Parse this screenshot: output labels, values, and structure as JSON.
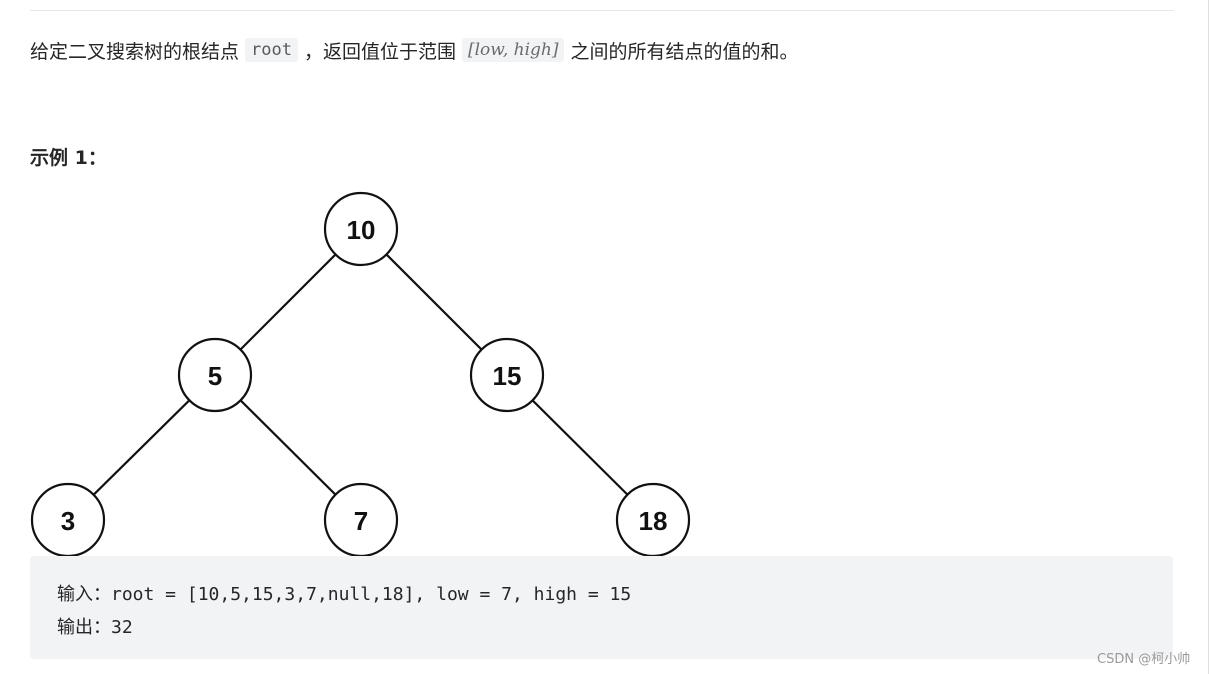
{
  "description": {
    "text_before": "给定二叉搜索树的根结点",
    "root_code": "root",
    "text_middle": "，返回值位于范围",
    "range_code": "[low, high]",
    "text_after": "之间的所有结点的值的和。"
  },
  "example": {
    "title": "示例 1：",
    "input_label": "输入：",
    "input_value": "root = [10,5,15,3,7,null,18], low = 7, high = 15",
    "output_label": "输出：",
    "output_value": "32"
  },
  "tree": {
    "nodes": [
      {
        "id": "n10",
        "label": "10"
      },
      {
        "id": "n5",
        "label": "5"
      },
      {
        "id": "n15",
        "label": "15"
      },
      {
        "id": "n3",
        "label": "3"
      },
      {
        "id": "n7",
        "label": "7"
      },
      {
        "id": "n18",
        "label": "18"
      }
    ]
  },
  "watermark": "CSDN @柯小帅"
}
